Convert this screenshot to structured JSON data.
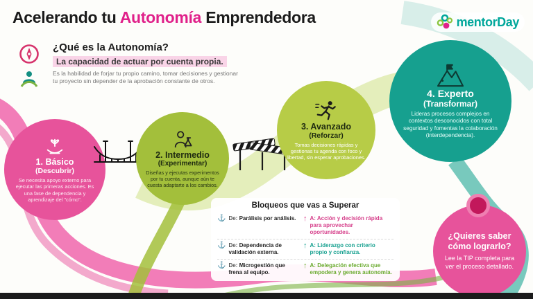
{
  "header": {
    "title_prefix": "Acelerando tu ",
    "title_highlight": "Autonomía",
    "title_suffix": " Emprendedora",
    "highlight_color": "#e0218a",
    "logo_text": "mentorDay",
    "logo_icon": "mentorday-flower-icon"
  },
  "intro": {
    "icon_top": "compass-icon",
    "icon_bottom": "person-steering-icon",
    "question": "¿Qué es la Autonomía?",
    "definition": "La capacidad de actuar por cuenta propia.",
    "description": "Es la habilidad de forjar tu propio camino, tomar decisiones y gestionar tu proyecto sin depender de la aprobación constante de otros."
  },
  "stages": [
    {
      "title": "1. Básico",
      "subtitle": "(Descubrir)",
      "description": "Se necesita apoyo externo para ejecutar las primeras acciones. Es una fase de dependencia y aprendizaje del \"cómo\".",
      "color": "#e7539b",
      "text_color": "#ffffff",
      "desc_color": "#fdeaf3",
      "icon": "hand-seedling-icon"
    },
    {
      "title": "2. Intermedio",
      "subtitle": "(Experimentar)",
      "description": "Diseñas y ejecutas experimentos por tu cuenta, aunque aún te cuesta adaptarte a los cambios.",
      "color": "#a3bf3b",
      "text_color": "#1e2a10",
      "desc_color": "#273614",
      "icon": "scientist-flask-icon"
    },
    {
      "title": "3. Avanzado",
      "subtitle": "(Reforzar)",
      "description": "Tomas decisiones rápidas y gestionas tu agenda con foco y libertad, sin esperar aprobaciones.",
      "color": "#b7cc47",
      "text_color": "#1e2a10",
      "desc_color": "#ffffff",
      "icon": "running-person-icon"
    },
    {
      "title": "4. Experto",
      "subtitle": "(Transformar)",
      "description": "Lideras procesos complejos en contextos desconocidos con total seguridad y fomentas la colaboración (interdependencia).",
      "color": "#16a08f",
      "text_color": "#ffffff",
      "desc_color": "#e8fffb",
      "icon": "mountain-flag-icon"
    }
  ],
  "milestones": {
    "bridge_icon": "bridge-icon",
    "barrier_icon": "barrier-icon"
  },
  "blockers": {
    "title": "Bloqueos que vas a Superar",
    "from_icon": "anchor-icon",
    "to_icon": "up-arrow-icon",
    "items": [
      {
        "from_label": "De:",
        "from": "Parálisis por análisis.",
        "to_label": "A:",
        "to": "Acción y decisión rápida para aprovechar oportunidades.",
        "accent": "#d6408b"
      },
      {
        "from_label": "De:",
        "from": "Dependencia de validación externa.",
        "to_label": "A:",
        "to": "Liderazgo con criterio propio y confianza.",
        "accent": "#16a08f"
      },
      {
        "from_label": "De:",
        "from": "Microgestión que frena al equipo.",
        "to_label": "A:",
        "to": "Delegación efectiva que empodera y genera autonomía.",
        "accent": "#6aaa2e"
      }
    ]
  },
  "cta": {
    "title": "¿Quieres saber cómo lograrlo?",
    "description": "Lee la TIP completa para ver el proceso detallado.",
    "color": "#e7539b"
  }
}
